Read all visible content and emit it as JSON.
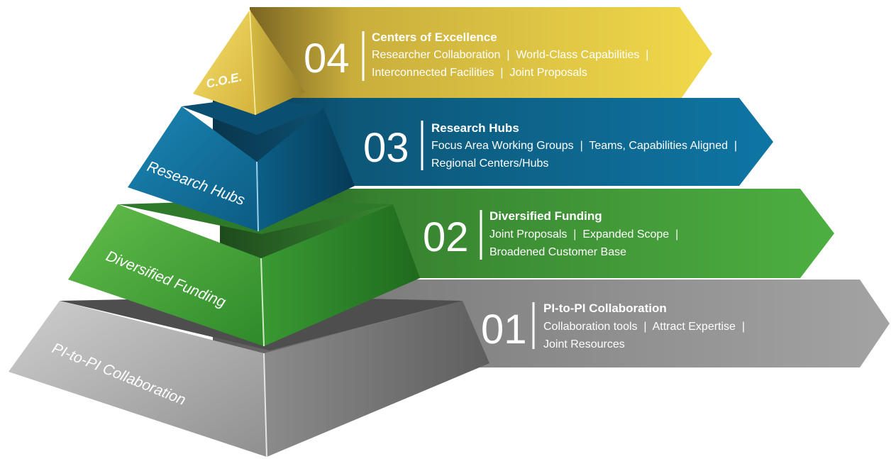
{
  "pyramid": {
    "levels": [
      {
        "number": "04",
        "tier_label": "C.O.E.",
        "title": "Centers of Excellence",
        "line1": "Researcher Collaboration  |  World-Class Capabilities  |",
        "line2": "Interconnected Facilities  |  Joint Proposals",
        "color": "#E9CD3E"
      },
      {
        "number": "03",
        "tier_label": "Research Hubs",
        "title": "Research Hubs",
        "line1": "Focus Area Working Groups  |  Teams, Capabilities Aligned  |",
        "line2": "Regional Centers/Hubs",
        "color": "#0E6A96"
      },
      {
        "number": "02",
        "tier_label": "Diversified Funding",
        "title": "Diversified Funding",
        "line1": "Joint Proposals  |  Expanded Scope  |",
        "line2": "Broadened Customer Base",
        "color": "#46A23E"
      },
      {
        "number": "01",
        "tier_label": "PI-to-PI Collaboration",
        "title": "PI-to-PI Collaboration",
        "line1": "Collaboration tools  |  Attract Expertise  |",
        "line2": "Joint Resources",
        "color": "#8D8D8D"
      }
    ]
  }
}
